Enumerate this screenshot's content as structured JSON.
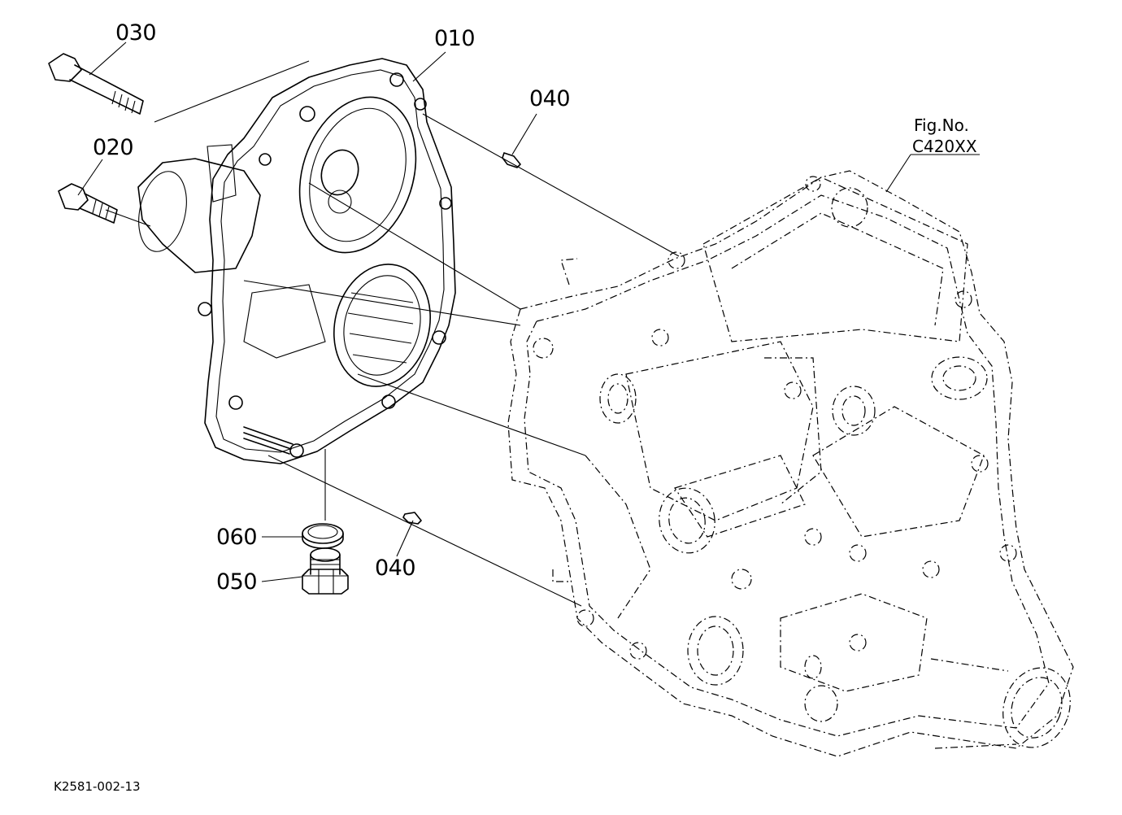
{
  "labels": {
    "p010": "010",
    "p020": "020",
    "p030": "030",
    "p040_top": "040",
    "p040_bottom": "040",
    "p050": "050",
    "p060": "060"
  },
  "figure": {
    "fig_no_label": "Fig.No.",
    "fig_code": "C420XX",
    "drawing_code": "K2581-002-13"
  }
}
